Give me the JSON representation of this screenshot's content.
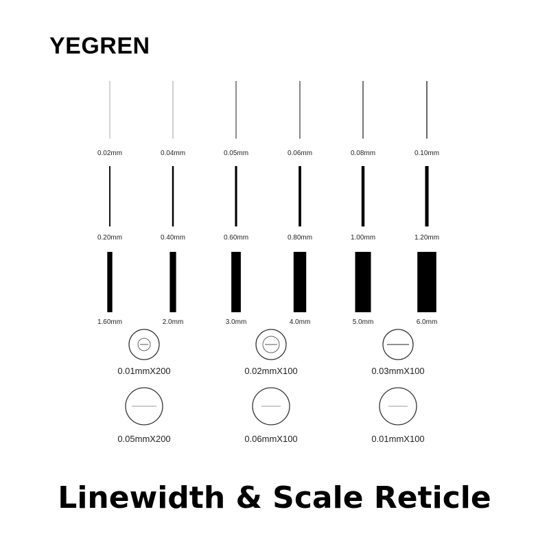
{
  "brand": "YEGREN",
  "title": "Linewidth & Scale Reticle",
  "line_rows": [
    [
      {
        "label": "0.02mm",
        "mm": 0.02
      },
      {
        "label": "0.04mm",
        "mm": 0.04
      },
      {
        "label": "0.05mm",
        "mm": 0.05
      },
      {
        "label": "0.06mm",
        "mm": 0.06
      },
      {
        "label": "0.08mm",
        "mm": 0.08
      },
      {
        "label": "0.10mm",
        "mm": 0.1
      }
    ],
    [
      {
        "label": "0.20mm",
        "mm": 0.2
      },
      {
        "label": "0.40mm",
        "mm": 0.4
      },
      {
        "label": "0.60mm",
        "mm": 0.6
      },
      {
        "label": "0.80mm",
        "mm": 0.8
      },
      {
        "label": "1.00mm",
        "mm": 1.0
      },
      {
        "label": "1.20mm",
        "mm": 1.2
      }
    ],
    [
      {
        "label": "1.60mm",
        "mm": 1.6
      },
      {
        "label": "2.0mm",
        "mm": 2.0
      },
      {
        "label": "3.0mm",
        "mm": 3.0
      },
      {
        "label": "4.0mm",
        "mm": 4.0
      },
      {
        "label": "5.0mm",
        "mm": 5.0
      },
      {
        "label": "6.0mm",
        "mm": 6.0
      }
    ]
  ],
  "scale_rows": [
    [
      {
        "label": "0.01mmX200"
      },
      {
        "label": "0.02mmX100"
      },
      {
        "label": "0.03mmX100"
      }
    ],
    [
      {
        "label": "0.05mmX200"
      },
      {
        "label": "0.06mmX100"
      },
      {
        "label": "0.01mmX100"
      }
    ]
  ],
  "colors": {
    "ink": "#000000",
    "thin_line": "#8a8a8a",
    "scale_line": "#9a9a9a",
    "background": "#ffffff"
  }
}
